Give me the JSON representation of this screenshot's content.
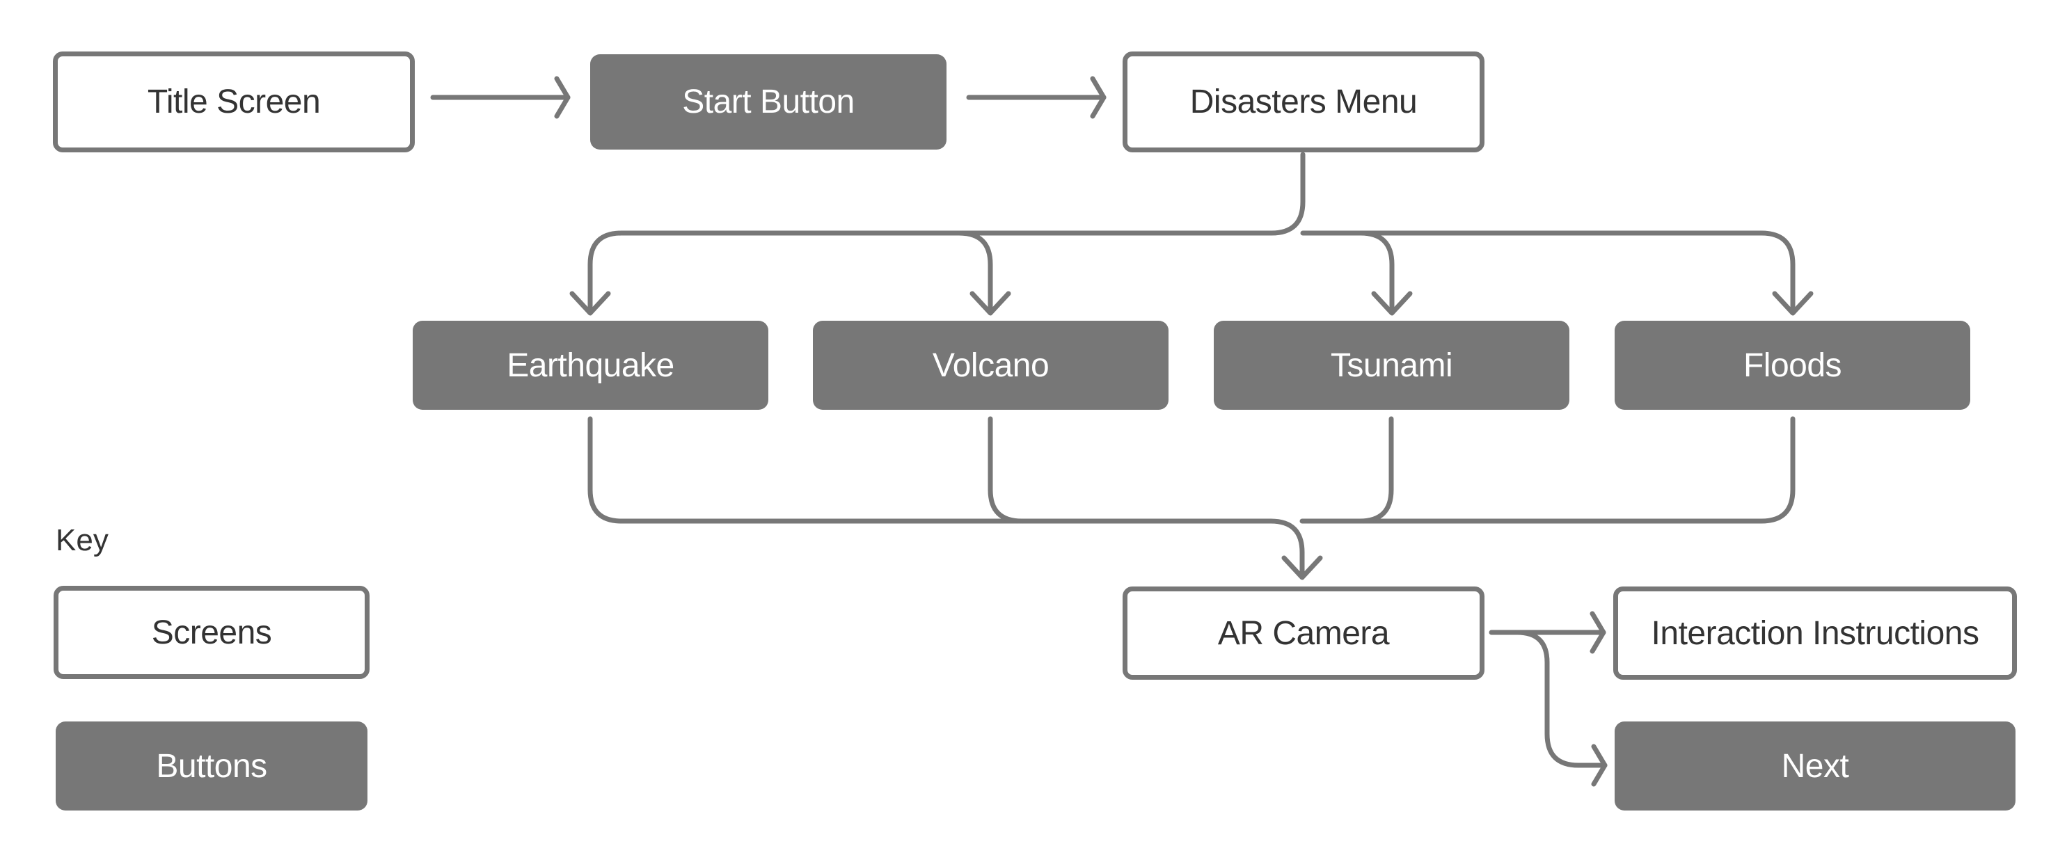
{
  "colors": {
    "stroke": "#777777",
    "button_fill": "#777777",
    "screen_fill": "#ffffff",
    "screen_text": "#333333",
    "button_text": "#ffffff"
  },
  "nodes": {
    "title_screen": {
      "label": "Title Screen",
      "kind": "screen"
    },
    "start_button": {
      "label": "Start Button",
      "kind": "button"
    },
    "disasters_menu": {
      "label": "Disasters Menu",
      "kind": "screen"
    },
    "earthquake": {
      "label": "Earthquake",
      "kind": "button"
    },
    "volcano": {
      "label": "Volcano",
      "kind": "button"
    },
    "tsunami": {
      "label": "Tsunami",
      "kind": "button"
    },
    "floods": {
      "label": "Floods",
      "kind": "button"
    },
    "ar_camera": {
      "label": "AR Camera",
      "kind": "screen"
    },
    "interaction_instructions": {
      "label": "Interaction Instructions",
      "kind": "screen"
    },
    "next": {
      "label": "Next",
      "kind": "button"
    }
  },
  "edges": [
    {
      "from": "Title Screen",
      "to": "Start Button"
    },
    {
      "from": "Start Button",
      "to": "Disasters Menu"
    },
    {
      "from": "Disasters Menu",
      "to": "Earthquake"
    },
    {
      "from": "Disasters Menu",
      "to": "Volcano"
    },
    {
      "from": "Disasters Menu",
      "to": "Tsunami"
    },
    {
      "from": "Disasters Menu",
      "to": "Floods"
    },
    {
      "from": "Earthquake",
      "to": "AR Camera"
    },
    {
      "from": "Volcano",
      "to": "AR Camera"
    },
    {
      "from": "Tsunami",
      "to": "AR Camera"
    },
    {
      "from": "Floods",
      "to": "AR Camera"
    },
    {
      "from": "AR Camera",
      "to": "Interaction Instructions"
    },
    {
      "from": "AR Camera",
      "to": "Next"
    }
  ],
  "key": {
    "title": "Key",
    "screens_label": "Screens",
    "buttons_label": "Buttons"
  }
}
